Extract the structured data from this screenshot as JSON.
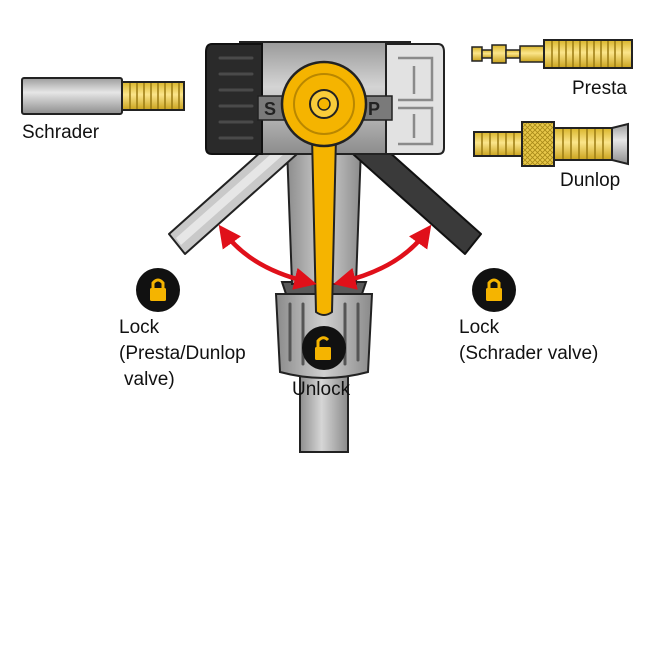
{
  "labels": {
    "schrader": "Schrader",
    "presta": "Presta",
    "dunlop": "Dunlop",
    "head_s": "S",
    "head_p": "P",
    "lock_left_line1": "Lock",
    "lock_left_line2": "(Presta/Dunlop",
    "lock_left_line3": "valve)",
    "lock_right_line1": "Lock",
    "lock_right_line2": "(Schrader valve)",
    "unlock": "Unlock"
  },
  "colors": {
    "lever_yellow": "#f5b400",
    "arrow_red": "#e0101a",
    "brass": "#f2d24a",
    "lever_light": "#c9c9c9",
    "lever_dark": "#3a3a3a",
    "body_gray": "#a8a8a8",
    "cap_black": "#2a2a2a",
    "lock_black": "#111111"
  },
  "icons": {
    "lock_left": "lock-closed-icon",
    "lock_right": "lock-closed-icon",
    "unlock": "lock-open-icon"
  }
}
